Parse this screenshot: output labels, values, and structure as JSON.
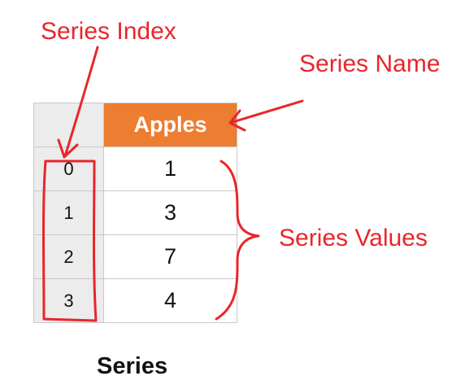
{
  "annotations": {
    "series_index": "Series Index",
    "series_name": "Series Name",
    "series_values": "Series Values"
  },
  "table": {
    "header": "Apples",
    "rows": [
      {
        "index": "0",
        "value": "1"
      },
      {
        "index": "1",
        "value": "3"
      },
      {
        "index": "2",
        "value": "7"
      },
      {
        "index": "3",
        "value": "4"
      }
    ]
  },
  "caption": "Series",
  "colors": {
    "annotation": "#e8262b",
    "header_bg": "#ed7d31",
    "index_bg": "#ececec"
  }
}
